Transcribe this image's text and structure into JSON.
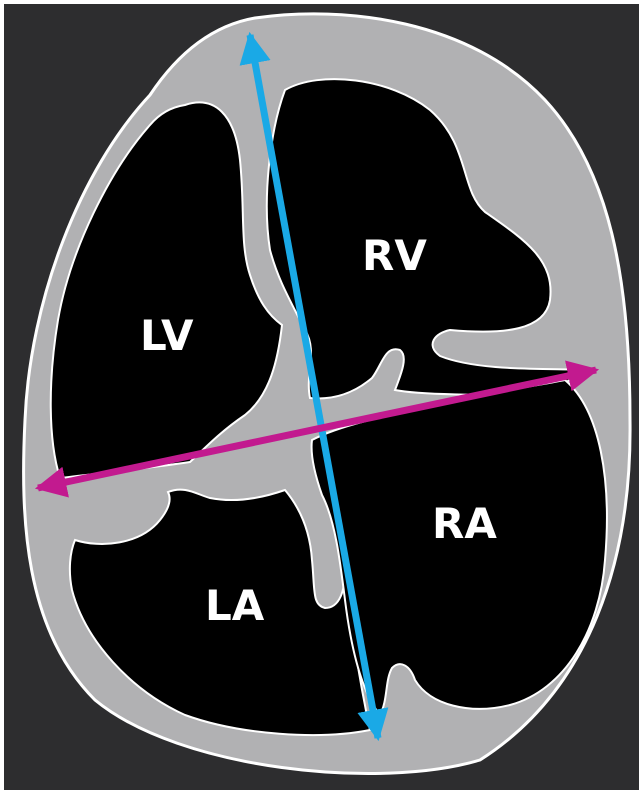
{
  "diagram": {
    "chambers": {
      "left_ventricle": "LV",
      "right_ventricle": "RV",
      "left_atrium": "LA",
      "right_atrium": "RA"
    }
  },
  "colors": {
    "background": "#2d2d2f",
    "wall": "#b1b1b3",
    "outline": "#ffffff",
    "chamber": "#000000",
    "long_axis_arrow": "#1aa9e6",
    "short_axis_arrow": "#c21a8f"
  }
}
